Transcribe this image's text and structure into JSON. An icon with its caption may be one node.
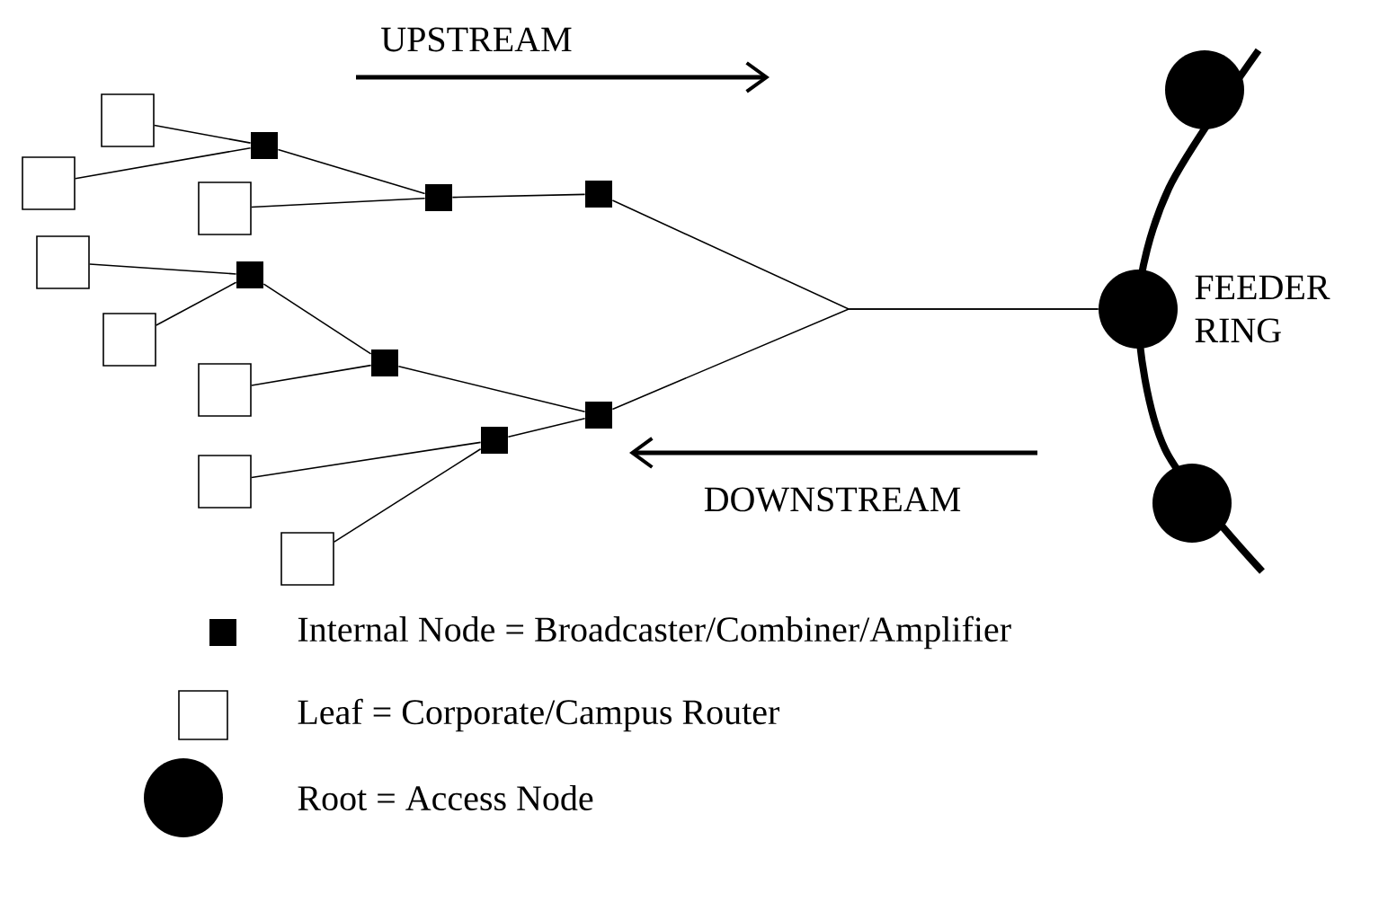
{
  "diagram": {
    "nodes": [
      {
        "text": [],
        "shape": "box"
      },
      {
        "text": [],
        "shape": "box"
      },
      {
        "text": [],
        "shape": "box"
      },
      {
        "text": [],
        "shape": "box"
      },
      {
        "text": [],
        "shape": "box"
      },
      {
        "text": [],
        "shape": "box"
      },
      {
        "text": [],
        "shape": "box"
      },
      {
        "text": [],
        "shape": "box"
      },
      {
        "text": [],
        "shape": "square"
      },
      {
        "text": [],
        "shape": "square"
      },
      {
        "text": [],
        "shape": "square"
      },
      {
        "text": [],
        "shape": "square"
      },
      {
        "text": [],
        "shape": "square"
      },
      {
        "text": [],
        "shape": "square"
      },
      {
        "text": [],
        "shape": "square"
      },
      {
        "text": [],
        "shape": "circle"
      },
      {
        "text": [],
        "shape": "circle"
      },
      {
        "text": [],
        "shape": "circle"
      }
    ],
    "edges": [
      {
        "from": 0,
        "to": 8,
        "arrow": "none"
      },
      {
        "from": 1,
        "to": 8,
        "arrow": "none"
      },
      {
        "from": 8,
        "to": 11,
        "arrow": "none"
      },
      {
        "from": 2,
        "to": 11,
        "arrow": "none"
      },
      {
        "from": 11,
        "to": 13,
        "arrow": "none"
      },
      {
        "from": 3,
        "to": 9,
        "arrow": "none"
      },
      {
        "from": 4,
        "to": 9,
        "arrow": "none"
      },
      {
        "from": 9,
        "to": 10,
        "arrow": "none"
      },
      {
        "from": 5,
        "to": 10,
        "arrow": "none"
      },
      {
        "from": 10,
        "to": 14,
        "arrow": "none"
      },
      {
        "from": 6,
        "to": 12,
        "arrow": "none"
      },
      {
        "from": 7,
        "to": 12,
        "arrow": "none"
      },
      {
        "from": 12,
        "to": 14,
        "arrow": "none"
      },
      {
        "from": 13,
        "to": 16,
        "arrow": "none"
      },
      {
        "from": 14,
        "to": 16,
        "arrow": "none"
      }
    ],
    "labels": [
      "UPSTREAM",
      "FEEDER RING",
      "DOWNSTREAM"
    ],
    "legend": [
      {
        "text": "Internal Node = Broadcaster/Combiner/Amplifier"
      },
      {
        "text": "Leaf = Corporate/Campus Router"
      },
      {
        "text": "Root = Access Node"
      }
    ]
  }
}
